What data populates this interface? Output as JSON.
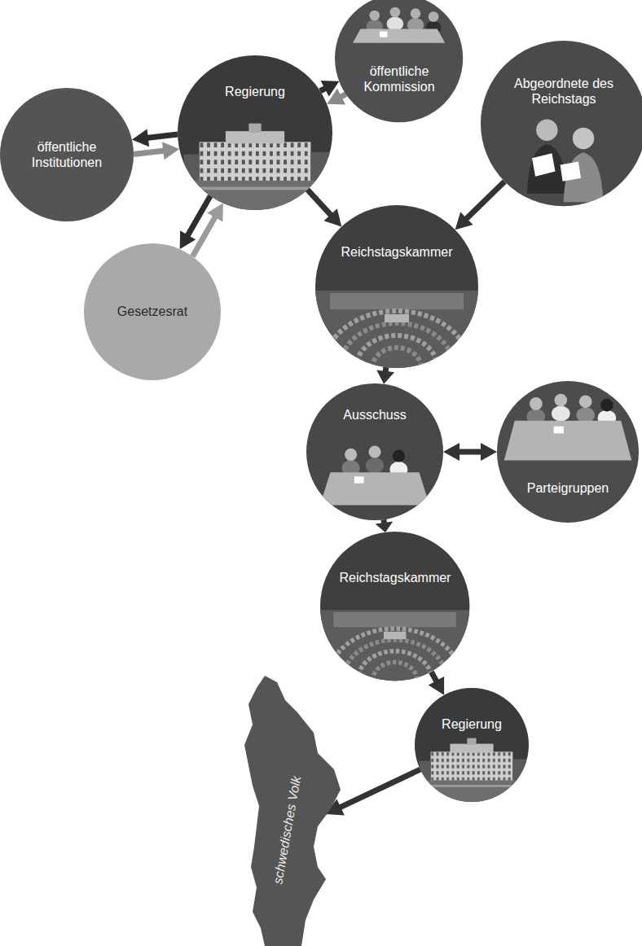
{
  "diagram": {
    "nodes": [
      {
        "text": [
          "öffentliche Kommission"
        ]
      },
      {
        "text": [
          "öffentliche Institutionen"
        ]
      },
      {
        "text": [
          "Regierung"
        ]
      },
      {
        "text": [
          "Abgeordnete des Reichstags"
        ]
      },
      {
        "text": [
          "Gesetzesrat"
        ]
      },
      {
        "text": [
          "Reichstagskammer"
        ]
      },
      {
        "text": [
          "Ausschuss"
        ]
      },
      {
        "text": [
          "Parteigruppen"
        ]
      },
      {
        "text": [
          "Reichstagskammer"
        ]
      },
      {
        "text": [
          "Regierung"
        ]
      },
      {
        "text": [
          "schwedisches Volk"
        ]
      }
    ],
    "edges": [
      {
        "from": 2,
        "to": 0,
        "arrow": "to"
      },
      {
        "from": 0,
        "to": 2,
        "arrow": "to"
      },
      {
        "from": 2,
        "to": 1,
        "arrow": "to"
      },
      {
        "from": 1,
        "to": 2,
        "arrow": "to"
      },
      {
        "from": 2,
        "to": 4,
        "arrow": "to"
      },
      {
        "from": 4,
        "to": 2,
        "arrow": "to"
      },
      {
        "from": 2,
        "to": 5,
        "arrow": "to"
      },
      {
        "from": 3,
        "to": 5,
        "arrow": "to"
      },
      {
        "from": 5,
        "to": 6,
        "arrow": "to"
      },
      {
        "from": 6,
        "to": 7,
        "arrow": "both"
      },
      {
        "from": 6,
        "to": 8,
        "arrow": "to"
      },
      {
        "from": 8,
        "to": 9,
        "arrow": "to"
      },
      {
        "from": 9,
        "to": 10,
        "arrow": "to"
      }
    ]
  }
}
